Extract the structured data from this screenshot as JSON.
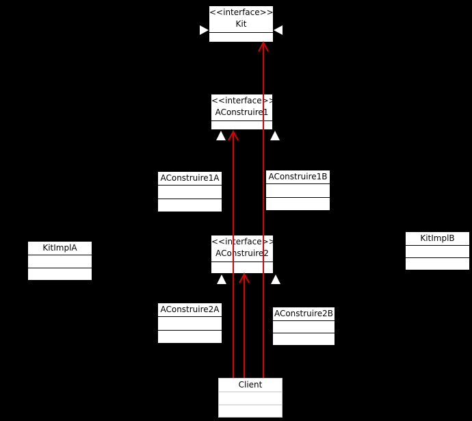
{
  "colors": {
    "background": "#000000",
    "box_fill": "#ffffff",
    "box_border": "#000000",
    "dependency_red": "#e10000",
    "client_border_gray": "#c6c6c6",
    "realization_arrowhead": "#ffffff"
  },
  "classes": {
    "kit": {
      "stereotype": "<<interface>>",
      "name": "Kit"
    },
    "aconstruire1": {
      "stereotype": "<<interface>>",
      "name": "AConstruire1"
    },
    "aconstruire1a": {
      "name": "AConstruire1A"
    },
    "aconstruire1b": {
      "name": "AConstruire1B"
    },
    "kitimpla": {
      "name": "KitImplA"
    },
    "kitimplb": {
      "name": "KitImplB"
    },
    "aconstruire2": {
      "stereotype": "<<interface>>",
      "name": "AConstruire2"
    },
    "aconstruire2a": {
      "name": "AConstruire2A"
    },
    "aconstruire2b": {
      "name": "AConstruire2B"
    },
    "client": {
      "name": "Client"
    }
  },
  "relationships": [
    {
      "from": "Client",
      "to": "Kit",
      "type": "dependency"
    },
    {
      "from": "Client",
      "to": "AConstruire1",
      "type": "dependency"
    },
    {
      "from": "Client",
      "to": "AConstruire2",
      "type": "dependency"
    },
    {
      "from": "KitImplA",
      "to": "Kit",
      "type": "realization"
    },
    {
      "from": "KitImplB",
      "to": "Kit",
      "type": "realization"
    },
    {
      "from": "AConstruire1A",
      "to": "AConstruire1",
      "type": "realization"
    },
    {
      "from": "AConstruire1B",
      "to": "AConstruire1",
      "type": "realization"
    },
    {
      "from": "AConstruire2A",
      "to": "AConstruire2",
      "type": "realization"
    },
    {
      "from": "AConstruire2B",
      "to": "AConstruire2",
      "type": "realization"
    }
  ]
}
